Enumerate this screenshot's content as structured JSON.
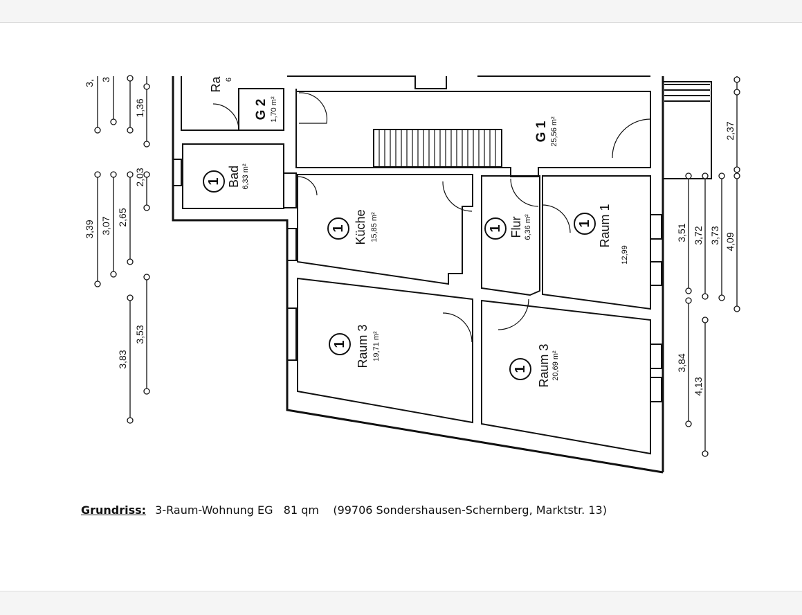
{
  "caption": {
    "label": "Grundriss:",
    "apartment": "3-Raum-Wohnung EG",
    "area": "81 qm",
    "address": "(99706 Sondershausen-Schernberg, Marktstr. 13)"
  },
  "rooms": {
    "g1": {
      "name": "G 1",
      "area": "25,56 m²"
    },
    "g2": {
      "name": "G 2",
      "area": "1,70 m²"
    },
    "bad": {
      "number": "1",
      "name": "Bad",
      "area": "6,33 m²"
    },
    "kueche": {
      "number": "1",
      "name": "Küche",
      "area": "15,85 m²"
    },
    "flur": {
      "number": "1",
      "name": "Flur",
      "area": "6,36 m²"
    },
    "raum1": {
      "number": "1",
      "name": "Raum 1",
      "area": "12,99"
    },
    "raum3_left": {
      "number": "1",
      "name": "Raum 3",
      "area": "19,71 m²"
    },
    "raum3_right": {
      "number": "1",
      "name": "Raum 3",
      "area": "20,69 m²"
    },
    "partial": {
      "name": "Ra",
      "area": "6"
    }
  },
  "dimensions": {
    "left_top": [
      "3,",
      "3",
      "1,36"
    ],
    "left_mid": [
      "3,39",
      "3,07",
      "2,65",
      "2,03"
    ],
    "left_bottom": [
      "3,83",
      "3,53"
    ],
    "right_top": [
      "2,37"
    ],
    "right_mid": [
      "3,51",
      "3,72",
      "3,73",
      "4,09"
    ],
    "right_bottom": [
      "3,84",
      "4,13"
    ]
  }
}
